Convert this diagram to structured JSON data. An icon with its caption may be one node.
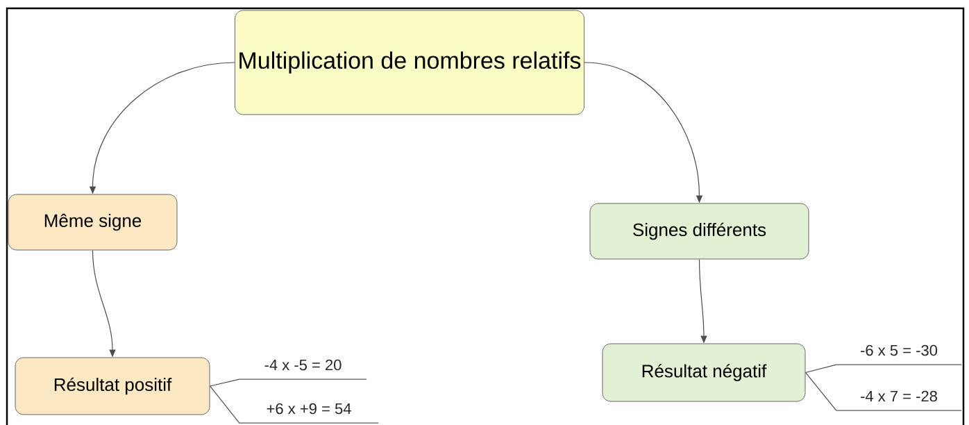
{
  "diagram": {
    "nodes": [
      {
        "text": [
          "Multiplication de nombres relatifs"
        ]
      },
      {
        "text": [
          "Même signe"
        ]
      },
      {
        "text": [
          "Résultat positif"
        ]
      },
      {
        "text": [
          "-4 x -5 = 20"
        ]
      },
      {
        "text": [
          "+6 x +9 = 54"
        ]
      },
      {
        "text": [
          "Signes différents"
        ]
      },
      {
        "text": [
          "Résultat négatif"
        ]
      },
      {
        "text": [
          "-6 x 5 = -30"
        ]
      },
      {
        "text": [
          "-4 x 7 = -28"
        ]
      }
    ],
    "edges": [
      {
        "from": 0,
        "to": 1,
        "arrow": "to"
      },
      {
        "from": 1,
        "to": 2,
        "arrow": "to"
      },
      {
        "from": 2,
        "to": 3,
        "arrow": "none"
      },
      {
        "from": 2,
        "to": 4,
        "arrow": "none"
      },
      {
        "from": 0,
        "to": 5,
        "arrow": "to"
      },
      {
        "from": 5,
        "to": 6,
        "arrow": "to"
      },
      {
        "from": 6,
        "to": 7,
        "arrow": "none"
      },
      {
        "from": 6,
        "to": 8,
        "arrow": "none"
      }
    ]
  }
}
